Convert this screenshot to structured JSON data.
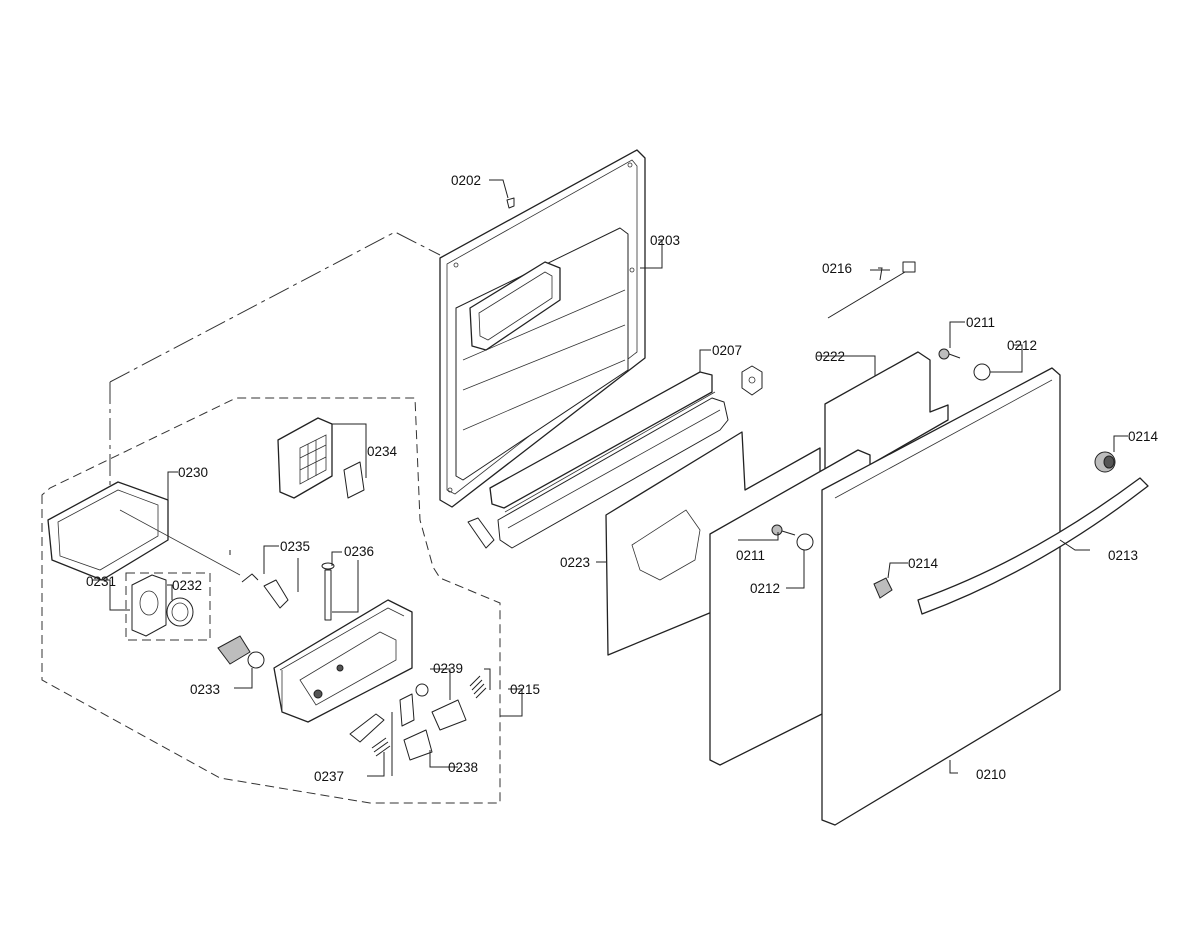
{
  "labels": {
    "l0202": "0202",
    "l0203": "0203",
    "l0207": "0207",
    "l0210": "0210",
    "l0211a": "0211",
    "l0211b": "0211",
    "l0212a": "0212",
    "l0212b": "0212",
    "l0213": "0213",
    "l0214a": "0214",
    "l0214b": "0214",
    "l0215": "0215",
    "l0216": "0216",
    "l0222": "0222",
    "l0223": "0223",
    "l0230": "0230",
    "l0231": "0231",
    "l0232": "0232",
    "l0233": "0233",
    "l0234": "0234",
    "l0235": "0235",
    "l0236": "0236",
    "l0237": "0237",
    "l0238": "0238",
    "l0239": "0239"
  }
}
